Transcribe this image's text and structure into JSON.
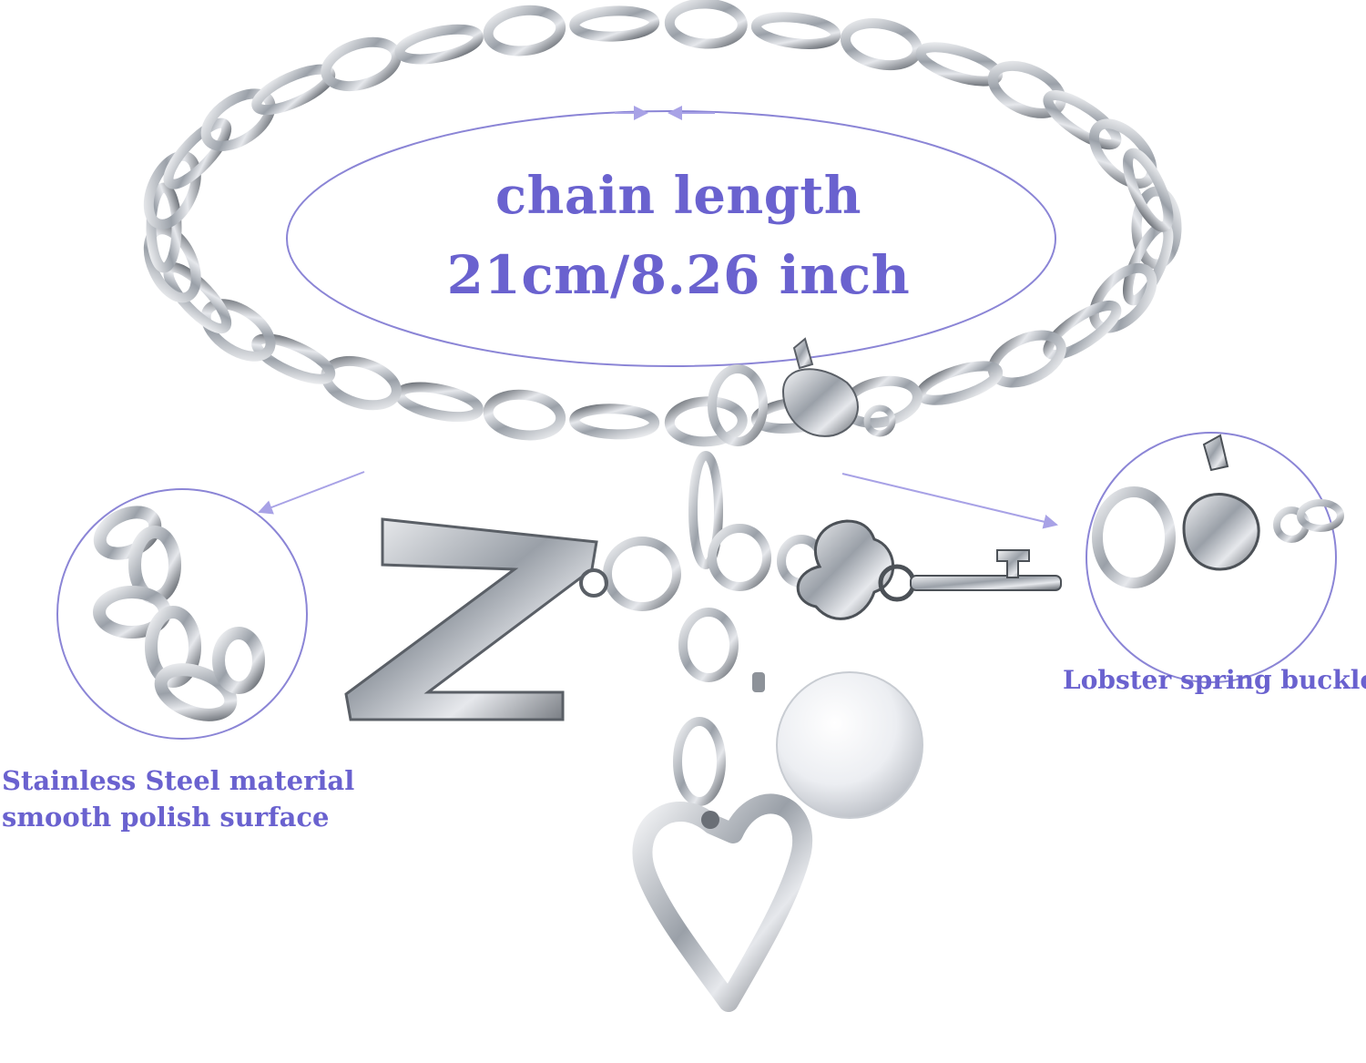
{
  "annotations": {
    "chain_length_title": "chain length",
    "chain_length_value": "21cm/8.26 inch",
    "material_line1": "Stainless Steel material",
    "material_line2": "smooth polish surface",
    "buckle_label": "Lobster spring buckle"
  },
  "pendant_letter": "Z",
  "colors": {
    "accent": "#6a62cf",
    "outline": "#8b85d6",
    "steel_dark": "#555a60",
    "steel_light": "#e8eaee"
  }
}
